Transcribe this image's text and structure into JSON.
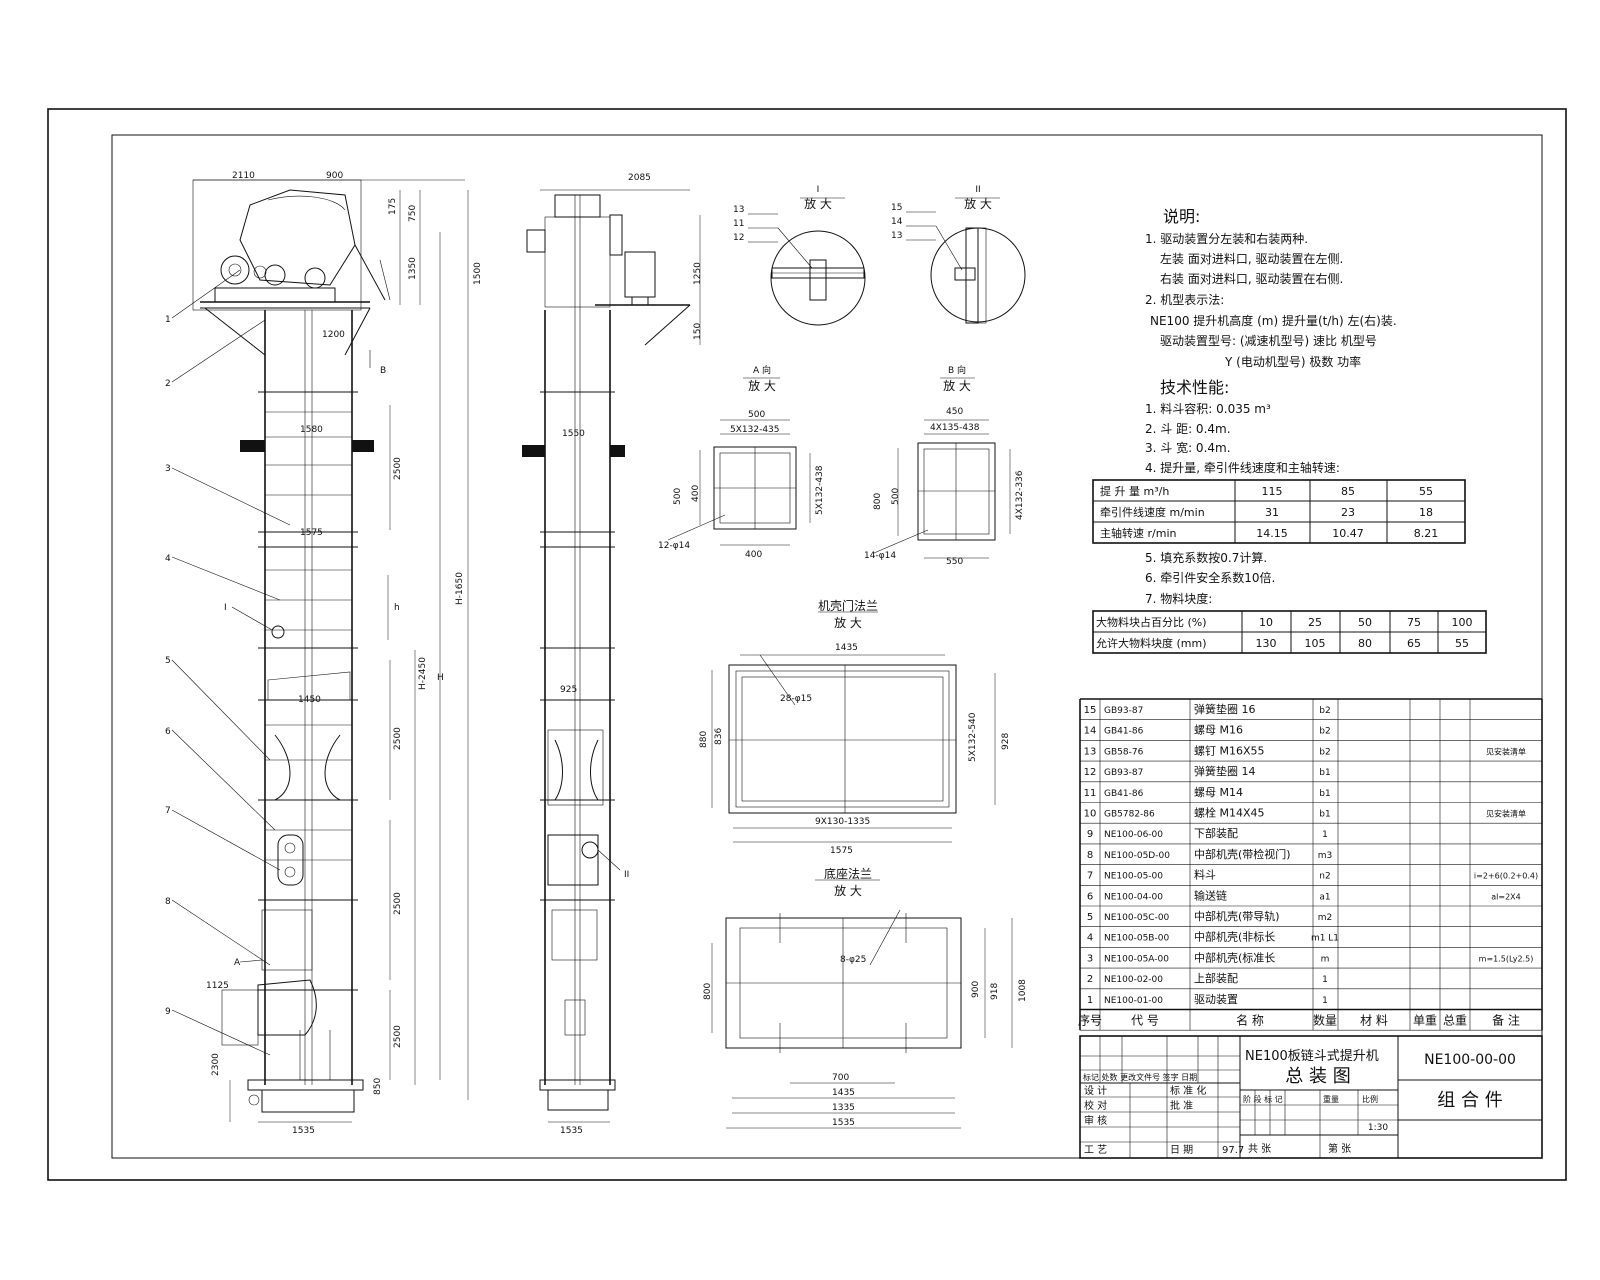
{
  "notes": {
    "heading": "说明:",
    "lines": [
      "1. 驱动装置分左装和右装两种.",
      "左装   面对进料口, 驱动装置在左侧.",
      "右装   面对进料口, 驱动装置在右侧.",
      "2. 机型表示法:",
      "NE100   提升机高度 (m)   提升量(t/h)   左(右)装.",
      "驱动装置型号:   (减速机型号) 速比 机型号",
      "Y (电动机型号) 极数 功率"
    ]
  },
  "technical": {
    "heading": "技术性能:",
    "lines": [
      "1. 料斗容积: 0.035 m³",
      "2. 斗   距: 0.4m.",
      "3. 斗   宽: 0.4m.",
      "4. 提升量, 牵引件线速度和主轴转速:"
    ],
    "speed_table": [
      [
        "提 升 量   m³/h",
        "115",
        "85",
        "55"
      ],
      [
        "牵引件线速度 m/min",
        "31",
        "23",
        "18"
      ],
      [
        "主轴转速   r/min",
        "14.15",
        "10.47",
        "8.21"
      ]
    ],
    "lines2": [
      "5. 填充系数按0.7计算.",
      "6. 牵引件安全系数10倍.",
      "7. 物料块度:"
    ],
    "lump_table": [
      [
        "大物料块占百分比 (%)",
        "10",
        "25",
        "50",
        "75",
        "100"
      ],
      [
        "允许大物料块度 (mm)",
        "130",
        "105",
        "80",
        "65",
        "55"
      ]
    ]
  },
  "bom": {
    "rows": [
      [
        "15",
        "GB93-87",
        "弹簧垫圈    16",
        "b2",
        "",
        "",
        "",
        "",
        ""
      ],
      [
        "14",
        "GB41-86",
        "螺母       M16",
        "b2",
        "",
        "",
        "",
        "",
        ""
      ],
      [
        "13",
        "GB58-76",
        "螺钉    M16X55",
        "b2",
        "",
        "",
        "",
        "",
        "见安装清单"
      ],
      [
        "12",
        "GB93-87",
        "弹簧垫圈 14",
        "b1",
        "",
        "",
        "",
        "",
        ""
      ],
      [
        "11",
        "GB41-86",
        "螺母       M14",
        "b1",
        "",
        "",
        "",
        "",
        ""
      ],
      [
        "10",
        "GB5782-86",
        "螺栓    M14X45",
        "b1",
        "",
        "",
        "",
        "",
        "见安装清单"
      ],
      [
        "9",
        "NE100-06-00",
        "下部装配",
        "1",
        "",
        "",
        "",
        "",
        ""
      ],
      [
        "8",
        "NE100-05D-00",
        "中部机壳(带检视门)",
        "m3",
        "",
        "",
        "",
        "",
        ""
      ],
      [
        "7",
        "NE100-05-00",
        "料斗",
        "n2",
        "",
        "",
        "",
        "",
        "i=2+6(0.2+0.4)"
      ],
      [
        "6",
        "NE100-04-00",
        "输送链",
        "a1",
        "",
        "",
        "",
        "",
        "al=2X4"
      ],
      [
        "5",
        "NE100-05C-00",
        "中部机壳(带导轨)",
        "m2",
        "",
        "",
        "",
        "",
        ""
      ],
      [
        "4",
        "NE100-05B-00",
        "中部机壳(非标长",
        "m1 L1",
        "",
        "",
        "",
        "",
        ""
      ],
      [
        "3",
        "NE100-05A-00",
        "中部机壳(标准长",
        "m",
        "",
        "",
        "",
        "",
        "m=1.5(Ly2.5)"
      ],
      [
        "2",
        "NE100-02-00",
        "上部装配",
        "1",
        "",
        "",
        "",
        "",
        ""
      ],
      [
        "1",
        "NE100-01-00",
        "驱动装置",
        "1",
        "",
        "",
        "",
        "",
        ""
      ]
    ],
    "header": [
      "序号",
      "代    号",
      "名        称",
      "数量",
      "材    料",
      "单重",
      "总重",
      "备  注"
    ]
  },
  "title_block": {
    "product": "NE100板链斗式提升机",
    "drawing_name": "总 装 图",
    "drawing_no": "NE100-00-00",
    "category": "组 合 件",
    "scale_label": "比例",
    "scale": "1:30",
    "weight_label": "重量",
    "stage_label": "阶 段 标 记",
    "sheets_total": "共    张",
    "sheet_no": "第    张",
    "sign_row": "标记 处数  更改文件号   签字   日期",
    "designer": "设  计",
    "checker": "校  对",
    "approver": "审  核",
    "process": "工  艺",
    "std": "标 准 化",
    "approval": "批  准",
    "date_label": "日  期",
    "date": "97.7"
  },
  "detail_views": {
    "I": {
      "mark": "I",
      "label": "放 大",
      "parts": [
        "13",
        "11",
        "12"
      ]
    },
    "II": {
      "mark": "II",
      "label": "放 大",
      "parts": [
        "15",
        "14",
        "13"
      ]
    },
    "A": {
      "mark": "A 向",
      "label": "放 大",
      "dims": [
        "500",
        "5X132-435",
        "400",
        "500",
        "5X132-438",
        "12-φ14",
        "400"
      ]
    },
    "B": {
      "mark": "B 向",
      "label": "放 大",
      "dims": [
        "450",
        "4X135-438",
        "500",
        "800",
        "4X132-336",
        "14-φ14",
        "550"
      ]
    },
    "shell_flange": {
      "mark": "机壳门法兰",
      "label": "放 大",
      "dims": [
        "1435",
        "28-φ15",
        "836",
        "880",
        "5X132-540",
        "928",
        "9X130-1335",
        "1575"
      ]
    },
    "base_flange": {
      "mark": "底座法兰",
      "label": "放 大",
      "dims": [
        "8-φ25",
        "800",
        "900",
        "918",
        "1008",
        "700",
        "1435",
        "1335",
        "1535"
      ]
    }
  },
  "front_view": {
    "dims": [
      "2110",
      "900",
      "175",
      "750",
      "1350",
      "1500",
      "1200",
      "1580",
      "2500",
      "1575",
      "h",
      "H-2450",
      "H-1650",
      "H",
      "1450",
      "2500",
      "2500",
      "1125",
      "2500",
      "2300",
      "850",
      "1535"
    ],
    "balloons": [
      "1",
      "2",
      "3",
      "4",
      "5",
      "6",
      "7",
      "8",
      "9"
    ],
    "marks": [
      "B",
      "I",
      "A"
    ]
  },
  "side_view": {
    "dims": [
      "2085",
      "1250",
      "150",
      "1550",
      "925",
      "1535"
    ],
    "marks": [
      "II"
    ]
  }
}
